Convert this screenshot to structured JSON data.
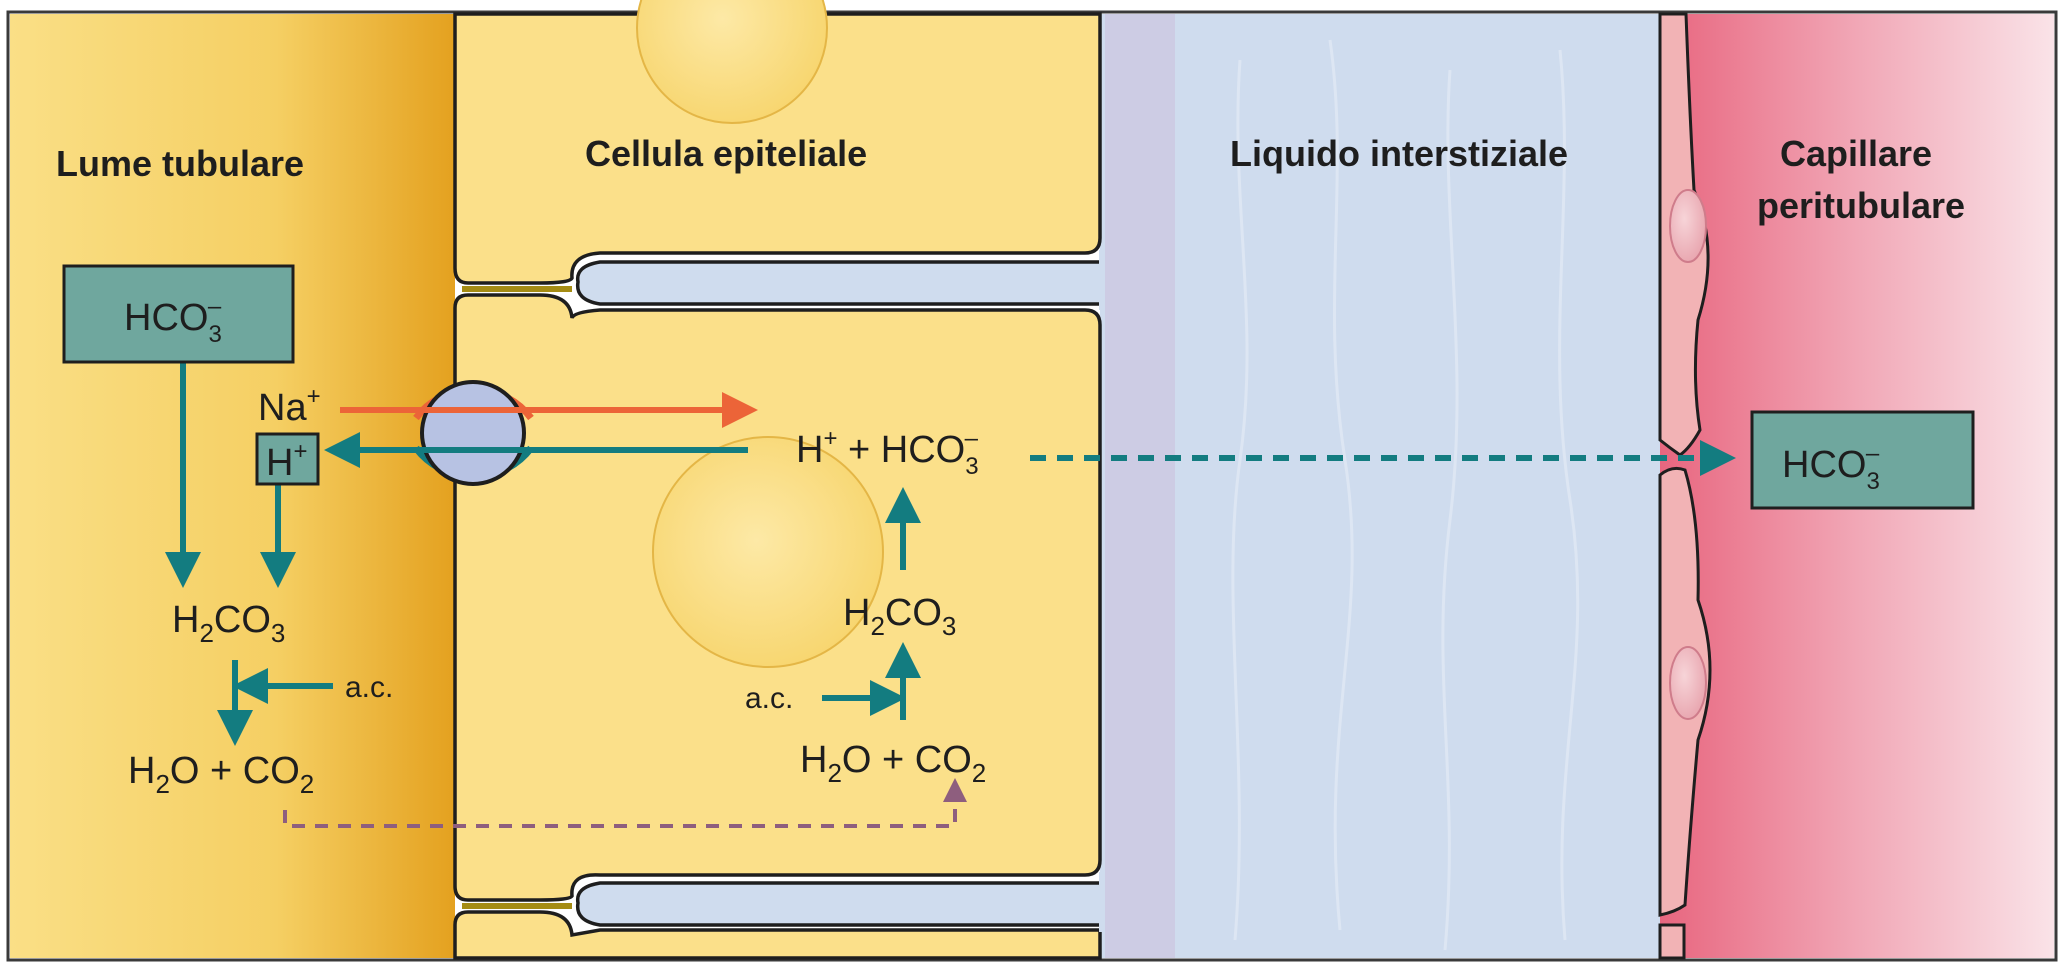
{
  "regions": {
    "lumen": "Lume tubulare",
    "epithelial_cell": "Cellula epiteliale",
    "interstitial": "Liquido interstiziale",
    "capillary_line1": "Capillare",
    "capillary_line2": "peritubulare"
  },
  "lumen_side": {
    "bicarbonate": {
      "base": "HCO",
      "sub": "3",
      "sup": "–"
    },
    "sodium": {
      "base": "Na",
      "sup": "+"
    },
    "proton": {
      "base": "H",
      "sup": "+"
    },
    "carbonic_acid": {
      "p1": "H",
      "s1": "2",
      "p2": "CO",
      "s2": "3"
    },
    "enzyme": "a.c.",
    "water_co2": {
      "p1": "H",
      "s1": "2",
      "p2": "O + CO",
      "s2": "2"
    }
  },
  "cell_side": {
    "products": {
      "p1": "H",
      "sup1": "+",
      "p2": " + HCO",
      "sub2": "3",
      "sup2": "–"
    },
    "carbonic_acid": {
      "p1": "H",
      "s1": "2",
      "p2": "CO",
      "s2": "3"
    },
    "enzyme": "a.c.",
    "water_co2": {
      "p1": "H",
      "s1": "2",
      "p2": "O + CO",
      "s2": "2"
    }
  },
  "capillary_side": {
    "bicarbonate": {
      "base": "HCO",
      "sub": "3",
      "sup": "–"
    }
  },
  "colors": {
    "lumen_fill": "#f8d774",
    "lumen_edge": "#e3a220",
    "cell_fill": "#fbe08a",
    "interstitial_fill": "#cfdcee",
    "membrane_band": "#cdc9e2",
    "capillary_fill": "#ea7f96",
    "endothelium": "#f2b3b5",
    "box_fill": "#6fa79e",
    "teal_arrow": "#137c80",
    "orange_arrow": "#ec6438",
    "purple_arrow": "#8e5e7e",
    "transporter": "#b7c2e3"
  }
}
